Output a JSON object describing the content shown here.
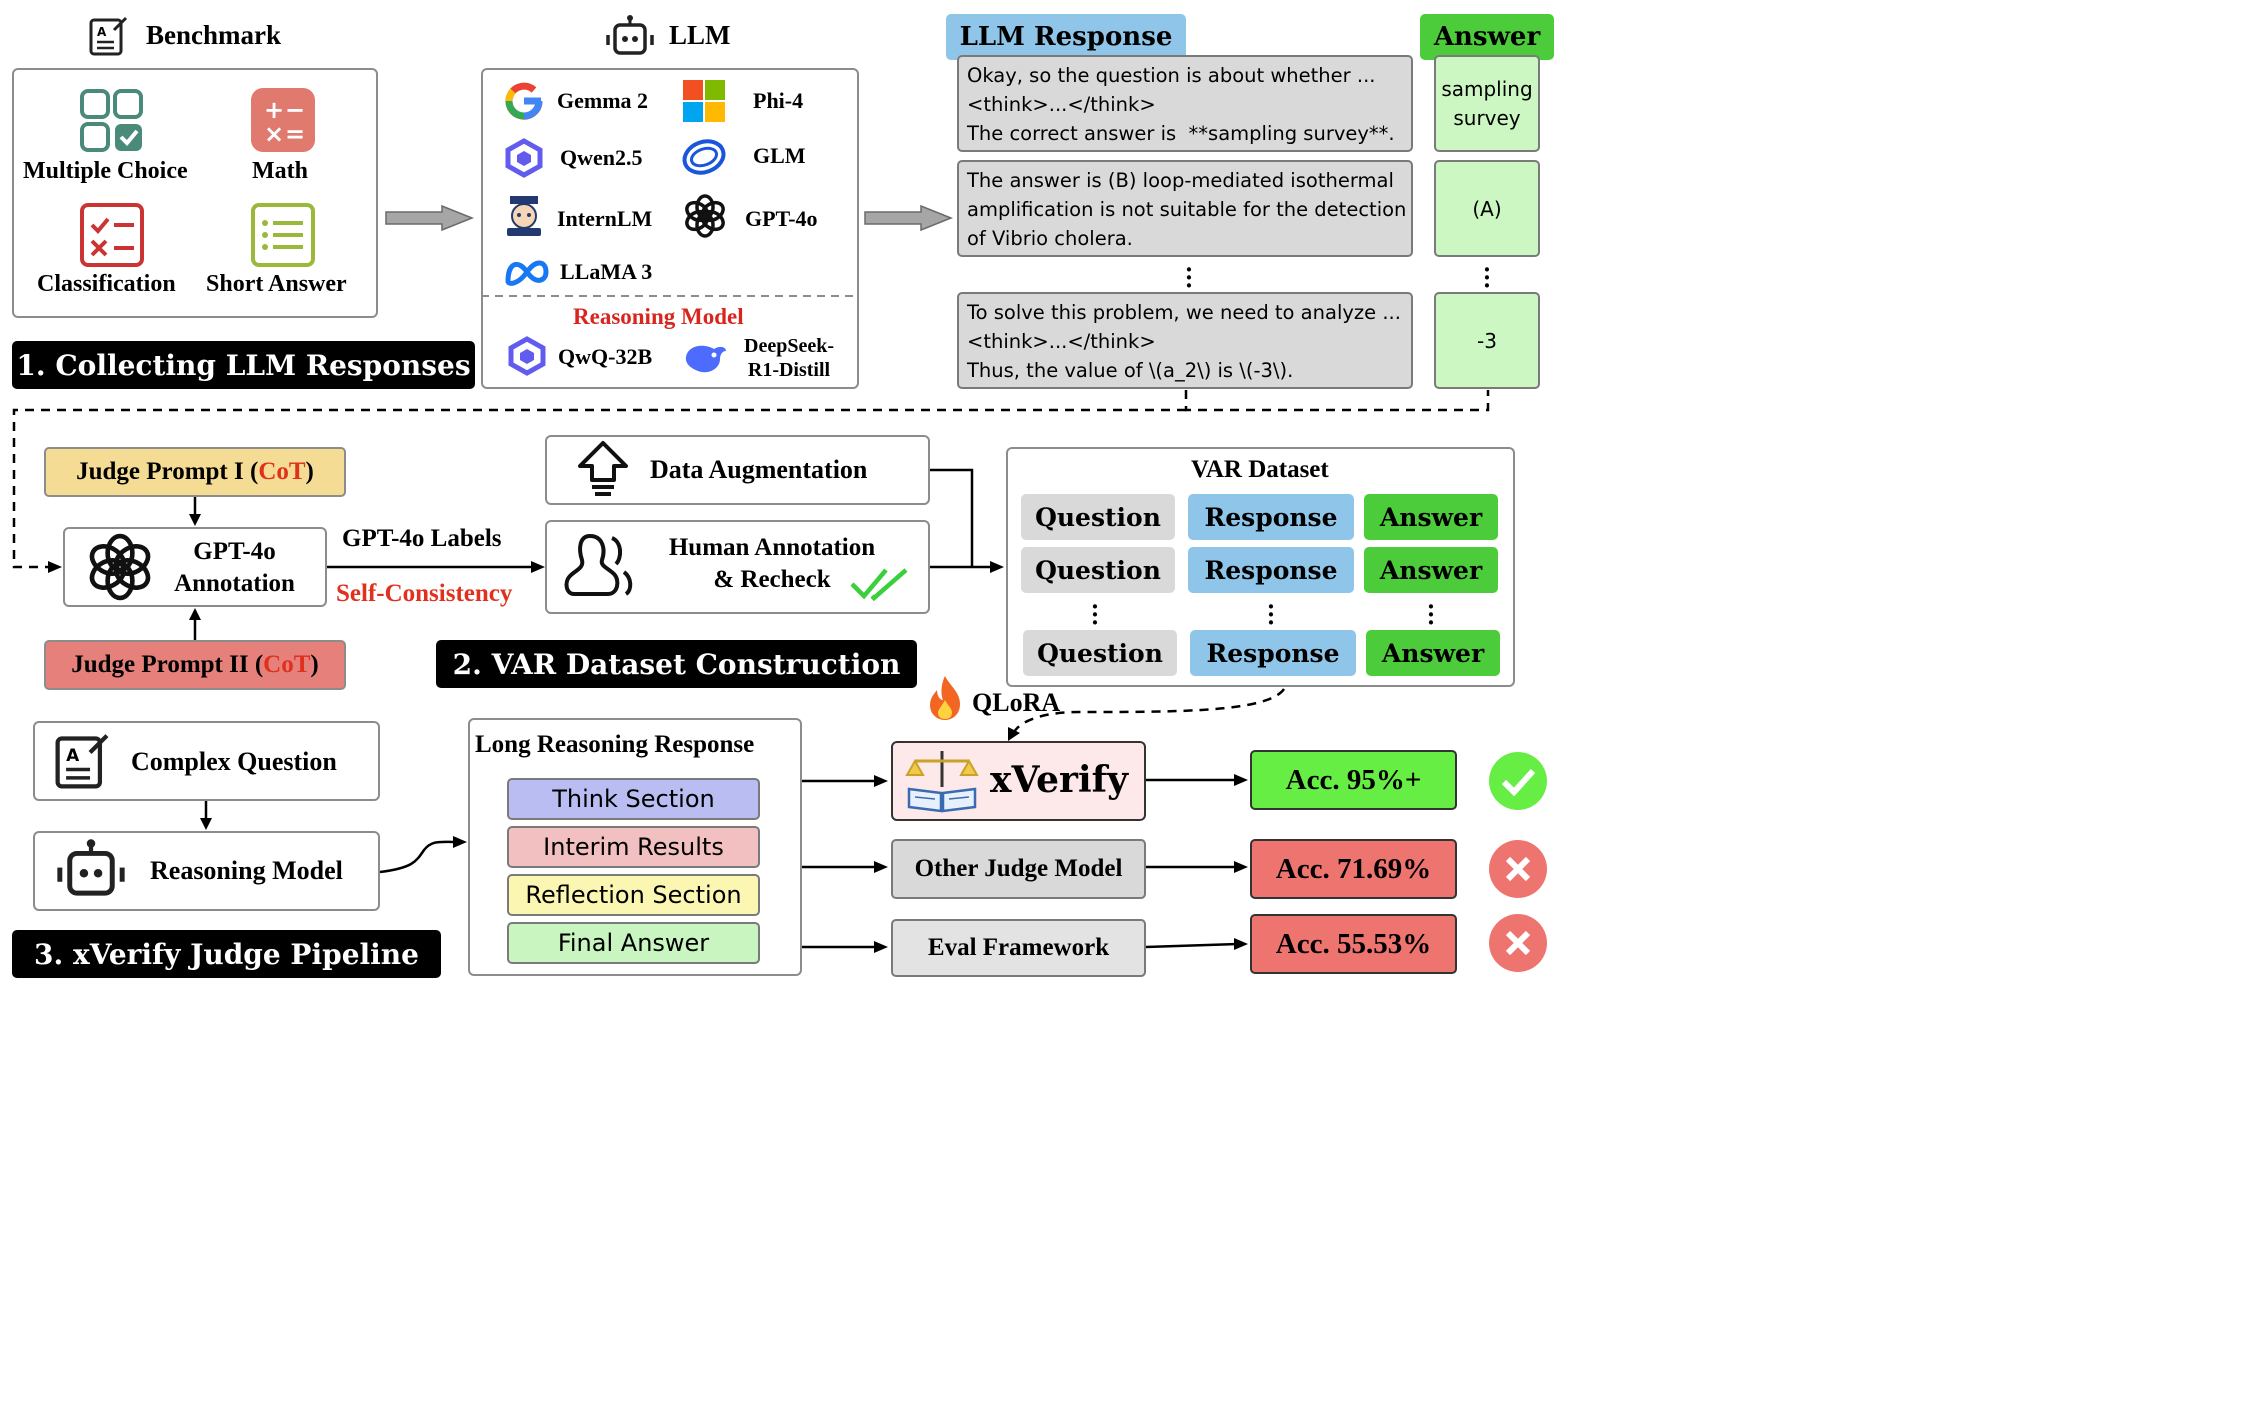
{
  "section1": {
    "benchmark_title": "Benchmark",
    "benchmark_items": [
      "Multiple Choice",
      "Math",
      "Classification",
      "Short Answer"
    ],
    "llm_title": "LLM",
    "models": [
      "Gemma 2",
      "Phi-4",
      "Qwen2.5",
      "GLM",
      "InternLM",
      "GPT-4o",
      "LLaMA 3"
    ],
    "reasoning_title": "Reasoning Model",
    "reasoning_models": [
      "QwQ-32B",
      "DeepSeek-\nR1-Distill"
    ],
    "label": "1. Collecting LLM Responses",
    "response_header": "LLM Response",
    "answer_header": "Answer",
    "responses": [
      "Okay, so the question is about whether ...\n<think>...</think>\nThe correct answer is  **sampling survey**.",
      "The answer is (B) loop-mediated isothermal\namplification is not suitable for the detection\nof Vibrio cholera.",
      "To solve this problem, we need to analyze ...\n<think>...</think>\nThus, the value of \\(a_2\\) is \\(-3\\)."
    ],
    "answers": [
      "sampling\nsurvey",
      "(A)",
      "-3"
    ]
  },
  "section2": {
    "judge_prompt_1": "Judge Prompt I (",
    "judge_prompt_2": "Judge Prompt II (",
    "cot": "CoT",
    "close_paren": ")",
    "gpt_annotation": "GPT-4o\nAnnotation",
    "gpt_labels": "GPT-4o Labels",
    "self_consistency": "Self-Consistency",
    "data_augmentation": "Data Augmentation",
    "human_annotation": "Human Annotation\n& Recheck",
    "var_dataset_title": "VAR Dataset",
    "var_cols": [
      "Question",
      "Response",
      "Answer"
    ],
    "label": "2. VAR Dataset Construction",
    "qlora": "QLoRA"
  },
  "section3": {
    "complex_question": "Complex Question",
    "reasoning_model": "Reasoning Model",
    "long_reasoning_title": "Long Reasoning Response",
    "sections": [
      "Think Section",
      "Interim Results",
      "Reflection Section",
      "Final Answer"
    ],
    "xverify": "xVerify",
    "other_judge": "Other Judge Model",
    "eval_framework": "Eval Framework",
    "acc": [
      "Acc. 95%+",
      "Acc. 71.69%",
      "Acc. 55.53%"
    ],
    "label": "3. xVerify Judge Pipeline"
  },
  "colors": {
    "response_header_bg": "#8ec5e8",
    "answer_header_bg": "#4ccc3a",
    "judge1_bg": "#f5dc95",
    "judge2_bg": "#e5807a",
    "cot_red": "#e0301e",
    "question_bg": "#d9d9d9",
    "response_bg": "#8ec5e8",
    "answer_bg": "#4ccc3a",
    "think_bg": "#b9bdf2",
    "interim_bg": "#f2c0c0",
    "reflection_bg": "#fbf7b3",
    "final_bg": "#c8f5c0",
    "acc_good": "#66ee44",
    "acc_bad": "#ee7470",
    "xverify_bg": "#fde8ea"
  }
}
